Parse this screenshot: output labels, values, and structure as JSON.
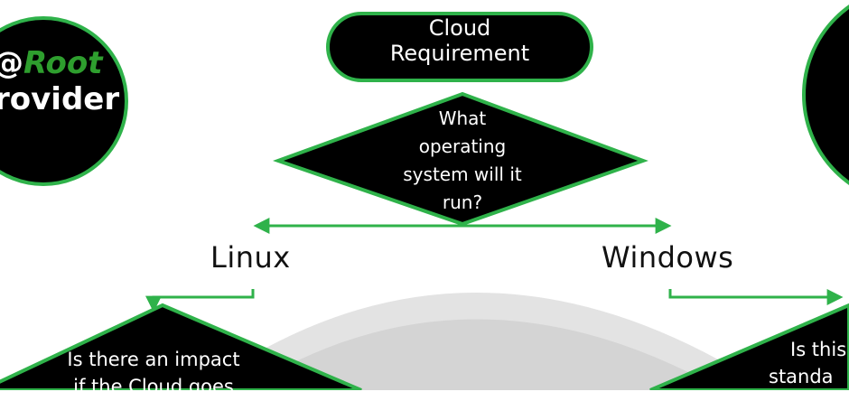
{
  "colors": {
    "node_fill": "#000000",
    "node_stroke": "#2fb24a",
    "arrow": "#2fb24a",
    "brand_green": "#2e9e2e",
    "text_light": "#ffffff",
    "text_dark": "#111111",
    "arc": "#dcdcdc"
  },
  "logo": {
    "prefix": "@",
    "accent": "Root",
    "line2": "rovider"
  },
  "start_node": {
    "line1": "Cloud",
    "line2": "Requirement"
  },
  "decision_os": {
    "lines": [
      "What",
      "operating",
      "system will it",
      "run?"
    ]
  },
  "branches": {
    "left": "Linux",
    "right": "Windows"
  },
  "decision_linux": {
    "lines": [
      "Is there an impact",
      "if the Cloud goes"
    ]
  },
  "decision_windows": {
    "lines": [
      "Is this",
      "standa"
    ]
  }
}
